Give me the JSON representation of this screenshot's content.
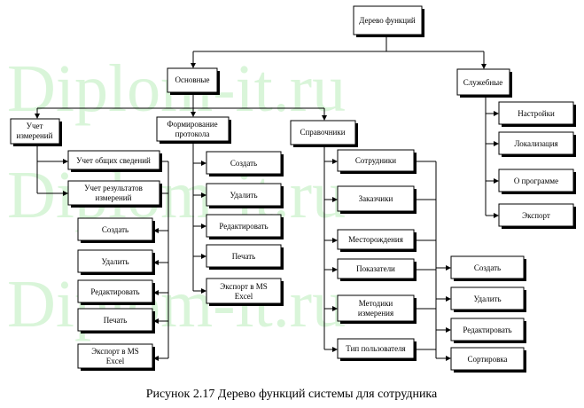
{
  "watermark": "Diplom-it.ru",
  "caption": "Рисунок 2.17 Дерево функций системы для сотрудника",
  "nodes": {
    "root": "Дерево функций",
    "osnovnye": "Основные",
    "sluzhebnye": "Служебные",
    "uchet_line1": "Учет",
    "uchet_line2": "измерений",
    "formirovanie_line1": "Формирование",
    "formirovanie_line2": "протокола",
    "spravochniki": "Справочники",
    "uchet_obshchih": "Учет общих сведений",
    "uchet_rezultatov_line1": "Учет результатов",
    "uchet_rezultatov_line2": "измерений",
    "uchet_sozdat": "Создать",
    "uchet_udalit": "Удалить",
    "uchet_redaktirovat": "Редактировать",
    "uchet_pechat": "Печать",
    "uchet_export_line1": "Экспорт в MS",
    "uchet_export_line2": "Excel",
    "prot_sozdat": "Создать",
    "prot_udalit": "Удалить",
    "prot_redaktirovat": "Редактировать",
    "prot_pechat": "Печать",
    "prot_export_line1": "Экспорт в MS",
    "prot_export_line2": "Excel",
    "sotrudniki": "Сотрудники",
    "zakazchiki": "Заказчики",
    "mestorozhdeniya": "Месторождения",
    "pokazateli": "Показатели",
    "metodiki_line1": "Методики",
    "metodiki_line2": "измерения",
    "tip_polzovatelya": "Тип пользователя",
    "sprav_sozdat": "Создать",
    "sprav_udalit": "Удалить",
    "sprav_redaktirovat": "Редактировать",
    "sprav_sortirovka": "Сортировка",
    "nastroyki": "Настройки",
    "lokalizaciya": "Локализация",
    "o_programme": "О программе",
    "eksport": "Экспорт"
  }
}
